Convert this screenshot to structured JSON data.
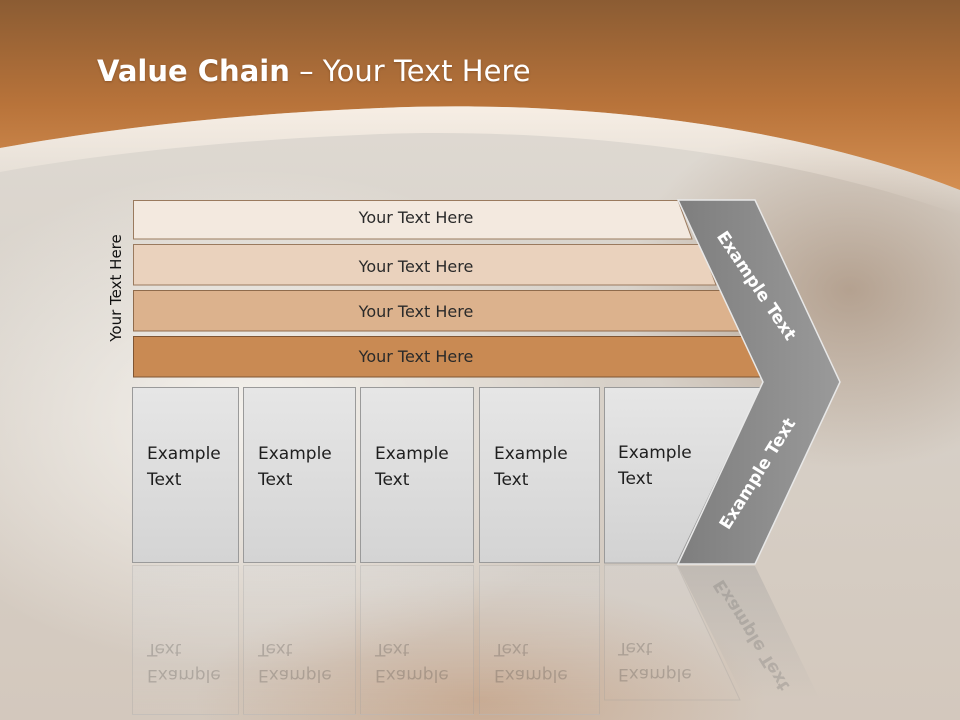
{
  "slide": {
    "title_bold": "Value Chain",
    "title_rest": " – Your Text Here",
    "side_label": "Your Text Here"
  },
  "bars": [
    {
      "label": "Your Text Here",
      "color": "#f3e9df"
    },
    {
      "label": "Your Text Here",
      "color": "#ead2bd"
    },
    {
      "label": "Your Text Here",
      "color": "#dcb28d"
    },
    {
      "label": "Your Text Here",
      "color": "#c98a53"
    }
  ],
  "boxes": [
    {
      "line1": "Example",
      "line2": "Text"
    },
    {
      "line1": "Example",
      "line2": "Text"
    },
    {
      "line1": "Example",
      "line2": "Text"
    },
    {
      "line1": "Example",
      "line2": "Text"
    },
    {
      "line1": "Example",
      "line2": "Text"
    }
  ],
  "chevron": {
    "top_label": "Example Text",
    "bottom_label": "Example Text",
    "color": "#8a8a8a"
  },
  "colors": {
    "banner": "#b8733a",
    "banner_light": "#d99355"
  }
}
